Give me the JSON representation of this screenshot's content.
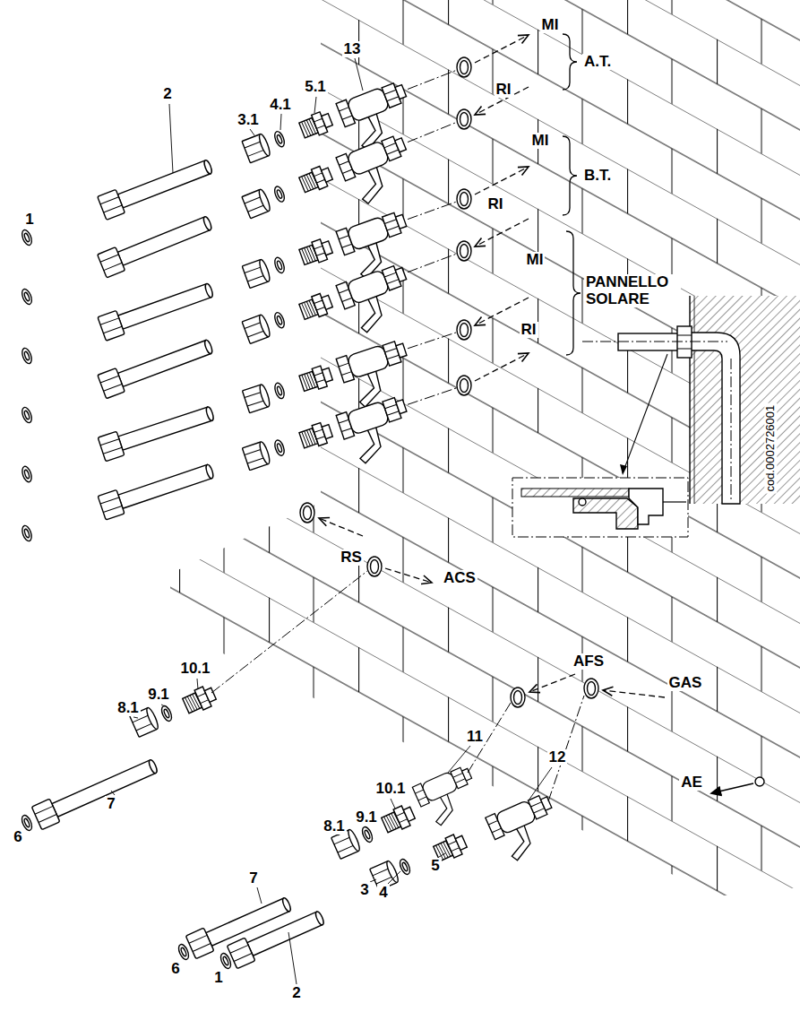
{
  "diagram": {
    "labels": [
      "13",
      "MI",
      "A.T.",
      "RI",
      "MI",
      "B.T.",
      "RI",
      "MI",
      "PANNELLO SOLARE",
      "RI",
      "5.1",
      "4.1",
      "3.1",
      "2",
      "1",
      "RS",
      "ACS",
      "AFS",
      "GAS",
      "AE",
      "10.1",
      "9.1",
      "8.1",
      "7",
      "6",
      "11",
      "12",
      "10.1",
      "9.1",
      "8.1",
      "7",
      "3",
      "4",
      "5",
      "6",
      "1",
      "2",
      "cod.0002726001"
    ]
  }
}
